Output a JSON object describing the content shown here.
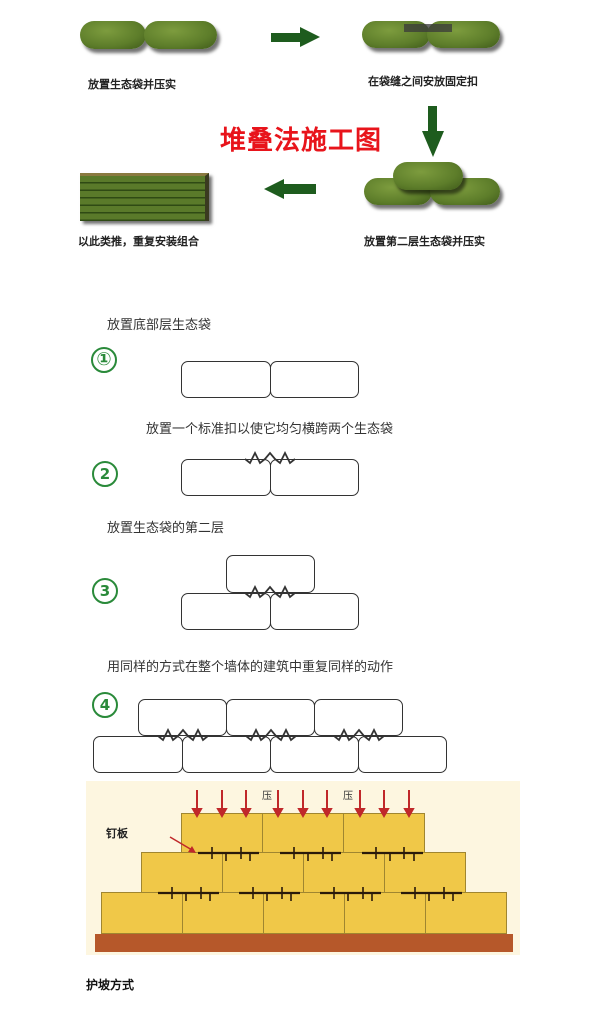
{
  "top_section": {
    "title": "堆叠法施工图",
    "steps": [
      {
        "caption": "放置生态袋并压实"
      },
      {
        "caption": "在袋缝之间安放固定扣"
      },
      {
        "caption": "放置第二层生态袋并压实"
      },
      {
        "caption": "以此类推，重复安装组合"
      }
    ],
    "colors": {
      "title": "#e8141b",
      "arrow": "#1e5c1e",
      "bag": "#5d7d2a"
    }
  },
  "steps_section": {
    "heading": "放置底部层生态袋",
    "steps": [
      {
        "number": "①",
        "label": "放置底部层生态袋"
      },
      {
        "number": "②",
        "label": "放置一个标准扣以使它均匀横跨两个生态袋"
      },
      {
        "number": "③",
        "label": "放置生态袋的第二层"
      },
      {
        "number": "④",
        "label": "用同样的方式在整个墙体的建筑中重复同样的动作"
      }
    ],
    "number_color": "#2a8a3a"
  },
  "slope_diagram": {
    "press_labels": [
      "压",
      "压"
    ],
    "nail_plate_label": "钉板",
    "colors": {
      "box": "#f0c848",
      "base": "#b6582a",
      "arrow": "#c0282a"
    }
  },
  "footer": {
    "caption": "护坡方式"
  }
}
